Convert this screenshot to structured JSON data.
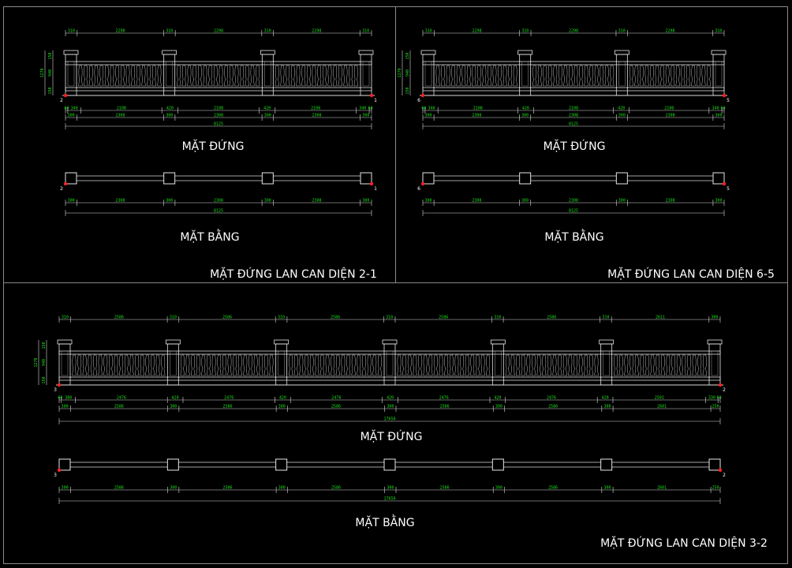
{
  "panels": [
    {
      "id": "panel-2-1",
      "title": "MẶT ĐỨNG LAN CAN DIỆN 2-1",
      "elevation_label": "MẶT ĐỨNG",
      "plan_label": "MẶT BẰNG",
      "left_point": "2",
      "right_point": "1",
      "height_dims": [
        "1270",
        "940",
        "150",
        "150"
      ],
      "top_dims": [
        "310",
        "2298",
        "310",
        "2298",
        "310",
        "2298",
        "310"
      ],
      "bottom_dims_1": [
        "60",
        "340",
        "2108",
        "420",
        "2108",
        "420",
        "2108",
        "340",
        "60"
      ],
      "bottom_dims_2": [
        "300",
        "2308",
        "300",
        "2308",
        "300",
        "2308",
        "300"
      ],
      "total": "8125",
      "plan_dims": [
        "300",
        "2308",
        "300",
        "2308",
        "300",
        "2308",
        "300"
      ],
      "plan_total": "8125"
    },
    {
      "id": "panel-6-5",
      "title": "MẶT ĐỨNG LAN CAN DIỆN 6-5",
      "elevation_label": "MẶT ĐỨNG",
      "plan_label": "MẶT BẰNG",
      "left_point": "6",
      "right_point": "5",
      "height_dims": [
        "1270",
        "940",
        "150",
        "150"
      ],
      "top_dims": [
        "310",
        "2298",
        "310",
        "2298",
        "310",
        "2298",
        "310"
      ],
      "bottom_dims_1": [
        "60",
        "340",
        "2108",
        "420",
        "2108",
        "420",
        "2108",
        "340",
        "60"
      ],
      "bottom_dims_2": [
        "300",
        "2308",
        "300",
        "2308",
        "300",
        "2308",
        "300"
      ],
      "total": "8125",
      "plan_dims": [
        "300",
        "2308",
        "300",
        "2308",
        "300",
        "2308",
        "300"
      ],
      "plan_total": "8125"
    },
    {
      "id": "panel-3-2",
      "title": "MẶT ĐỨNG LAN CAN DIỆN 3-2",
      "elevation_label": "MẶT ĐỨNG",
      "plan_label": "MẶT BẰNG",
      "left_point": "3",
      "right_point": "2",
      "height_dims": [
        "1270",
        "940",
        "150",
        "150"
      ],
      "top_dims": [
        "310",
        "2586",
        "310",
        "2586",
        "310",
        "2586",
        "310",
        "2586",
        "310",
        "2586",
        "310",
        "2611",
        "300"
      ],
      "bottom_dims_1": [
        "60",
        "380",
        "2476",
        "420",
        "2476",
        "420",
        "2476",
        "420",
        "2476",
        "420",
        "2476",
        "420",
        "2501",
        "330",
        "60"
      ],
      "bottom_dims_2": [
        "300",
        "2586",
        "300",
        "2586",
        "300",
        "2586",
        "300",
        "2586",
        "300",
        "2586",
        "300",
        "2601",
        "250"
      ],
      "total": "17650",
      "plan_dims": [
        "300",
        "2586",
        "300",
        "2586",
        "300",
        "2586",
        "300",
        "2586",
        "300",
        "2586",
        "300",
        "2601",
        "250"
      ],
      "plan_total": "17650"
    }
  ]
}
